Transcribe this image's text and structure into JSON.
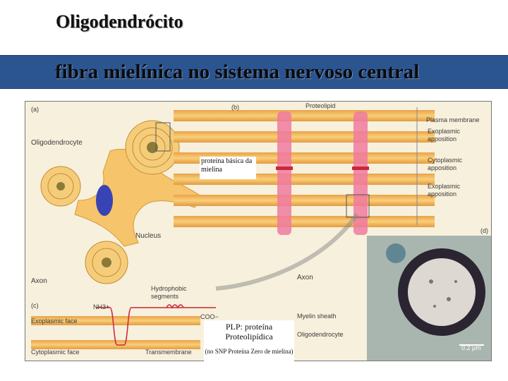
{
  "title": "Oligodendrócito",
  "banner": "fibra mielínica no sistema nervoso central",
  "figure": {
    "panel_a": "(a)",
    "panel_b": "(b)",
    "panel_c": "(c)",
    "panel_d": "(d)",
    "labels": {
      "oligodendrocyte": "Oligodendrocyte",
      "nucleus": "Nucleus",
      "axon_a": "Axon",
      "proteolipid": "Proteolipid",
      "plasma_membrane": "Plasma membrane",
      "exoplasmic_apposition_1": [
        "Exoplasmic",
        "apposition"
      ],
      "cytoplasmic_apposition": [
        "Cytoplasmic",
        "apposition"
      ],
      "exoplasmic_apposition_2": [
        "Exoplasmic",
        "apposition"
      ],
      "hydrophobic_segments": [
        "Hydrophobic",
        "segments"
      ],
      "nh3": "NH3+",
      "coo": "COO−",
      "exoplasmic_face": "Exoplasmic face",
      "cytoplasmic_face": "Cytoplasmic face",
      "transmembrane": "Transmembrane",
      "axon_d": "Axon",
      "myelin_sheath": "Myelin sheath",
      "oligodendrocyte_d": "Oligodendrocyte",
      "scale_bar": "0.2 μm"
    }
  },
  "annotations": {
    "mbp": "proteína básica da mielina",
    "plp": "PLP: proteína Proteolipídica",
    "plp_note": "(no SNP Proteína Zero de mielina)"
  }
}
